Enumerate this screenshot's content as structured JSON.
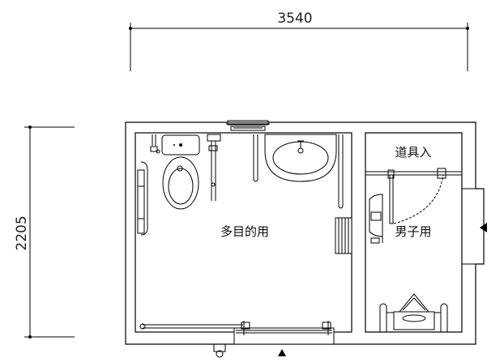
{
  "dimensions": {
    "width_label": "3540",
    "height_label": "2205"
  },
  "rooms": {
    "multipurpose": "多目的用",
    "storage": "道具入",
    "mens": "男子用"
  }
}
